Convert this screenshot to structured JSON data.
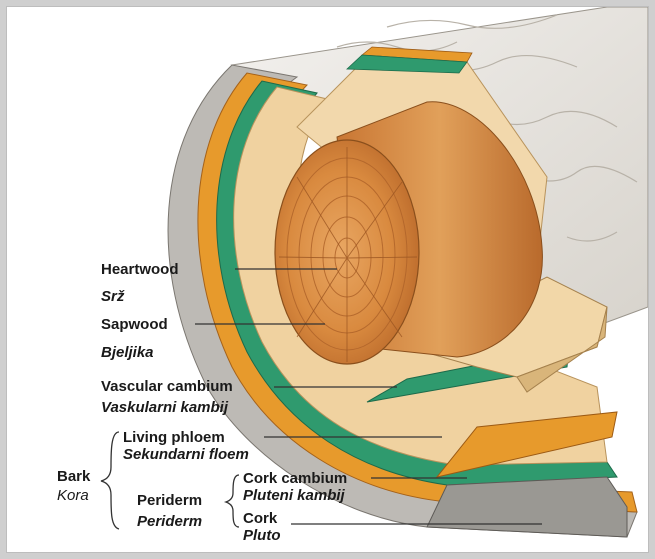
{
  "labels": {
    "heartwood": {
      "en": "Heartwood",
      "hr": "Srž"
    },
    "sapwood": {
      "en": "Sapwood",
      "hr": "Bjeljika"
    },
    "vascular_cambium": {
      "en": "Vascular cambium",
      "hr": "Vaskularni kambij"
    },
    "living_phloem": {
      "en": "Living phloem",
      "hr": "Sekundarni floem"
    },
    "bark": {
      "en": "Bark",
      "hr": "Kora"
    },
    "periderm": {
      "en": "Periderm",
      "hr": "Periderm"
    },
    "cork_cambium": {
      "en": "Cork cambium",
      "hr": "Pluteni kambij"
    },
    "cork": {
      "en": "Cork",
      "hr": "Pluto"
    }
  },
  "colors": {
    "heartwood": "#d4843c",
    "sapwood": "#f0d2a0",
    "vascular_cambium": "#2f9a6e",
    "living_phloem": "#e79a2c",
    "cork": "#8e8e8e",
    "bark_outer": "#e9e6e1",
    "label_text": "#1a1a1a"
  }
}
